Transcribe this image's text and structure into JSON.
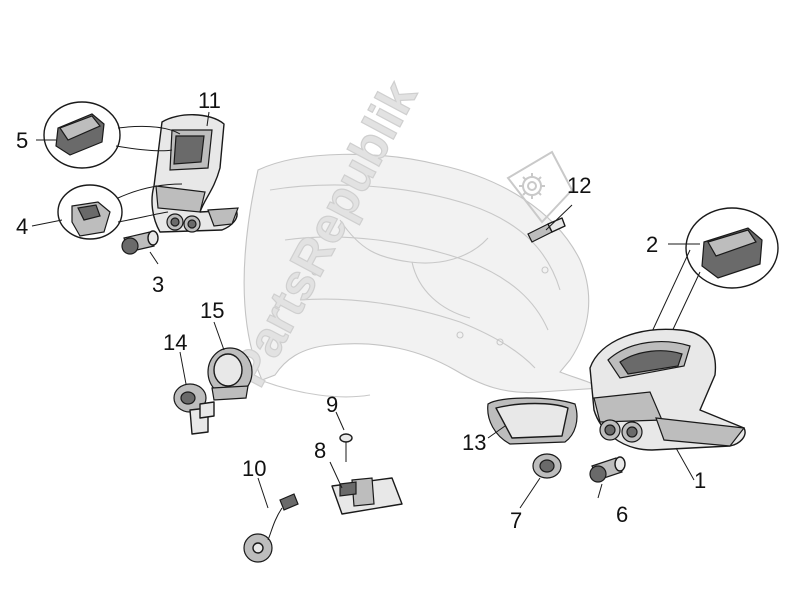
{
  "diagram": {
    "callouts": [
      {
        "id": "1",
        "text": "1"
      },
      {
        "id": "2",
        "text": "2"
      },
      {
        "id": "3",
        "text": "3"
      },
      {
        "id": "4",
        "text": "4"
      },
      {
        "id": "5",
        "text": "5"
      },
      {
        "id": "6",
        "text": "6"
      },
      {
        "id": "7",
        "text": "7"
      },
      {
        "id": "8",
        "text": "8"
      },
      {
        "id": "9",
        "text": "9"
      },
      {
        "id": "10",
        "text": "10"
      },
      {
        "id": "11",
        "text": "11"
      },
      {
        "id": "12",
        "text": "12"
      },
      {
        "id": "13",
        "text": "13"
      },
      {
        "id": "14",
        "text": "14"
      },
      {
        "id": "15",
        "text": "15"
      }
    ],
    "watermark": {
      "text": "PartsRepublik",
      "icon": "gear-icon"
    },
    "colors": {
      "line": "#1a1a1a",
      "ghost": "#c8c8c8",
      "fill": "#e8e8e8",
      "watermark": "#d8d8d8"
    }
  }
}
